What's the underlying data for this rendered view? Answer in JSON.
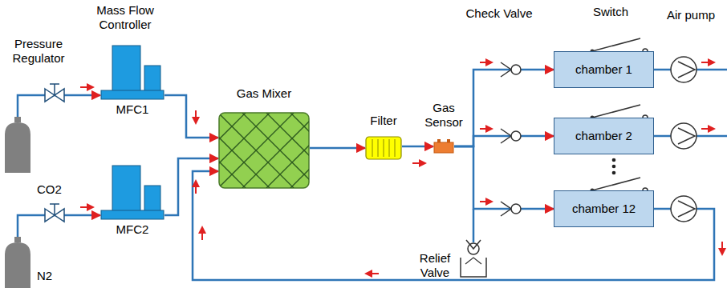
{
  "diagram": {
    "nodes": [
      {
        "text": [
          "CO2"
        ]
      },
      {
        "text": [
          "MFC1"
        ]
      },
      {
        "text": [
          "N2"
        ]
      },
      {
        "text": [
          "MFC2"
        ]
      },
      {
        "text": [
          "Gas Mixer"
        ]
      },
      {
        "text": [
          "Filter"
        ]
      },
      {
        "text": [
          "Gas Sensor"
        ]
      },
      {
        "text": [
          "chamber 1"
        ]
      },
      {
        "text": [
          "chamber 2"
        ]
      },
      {
        "text": [
          "chamber 12"
        ]
      }
    ],
    "edges": [
      {
        "from": 0,
        "to": 1,
        "arrow": "to"
      },
      {
        "from": 2,
        "to": 3,
        "arrow": "to"
      },
      {
        "from": 1,
        "to": 4,
        "arrow": "to"
      },
      {
        "from": 3,
        "to": 4,
        "arrow": "to"
      },
      {
        "from": 4,
        "to": 5,
        "arrow": "to"
      },
      {
        "from": 5,
        "to": 6,
        "arrow": "to"
      },
      {
        "from": 6,
        "to": 7,
        "arrow": "to"
      },
      {
        "from": 6,
        "to": 8,
        "arrow": "to"
      },
      {
        "from": 6,
        "to": 9,
        "arrow": "to"
      },
      {
        "from": 9,
        "to": 4,
        "arrow": "to"
      }
    ],
    "labels": [
      "Pressure Regulator",
      "Mass Flow Controller",
      "Check Valve",
      "Switch",
      "Air pump",
      "Relief Valve"
    ]
  }
}
